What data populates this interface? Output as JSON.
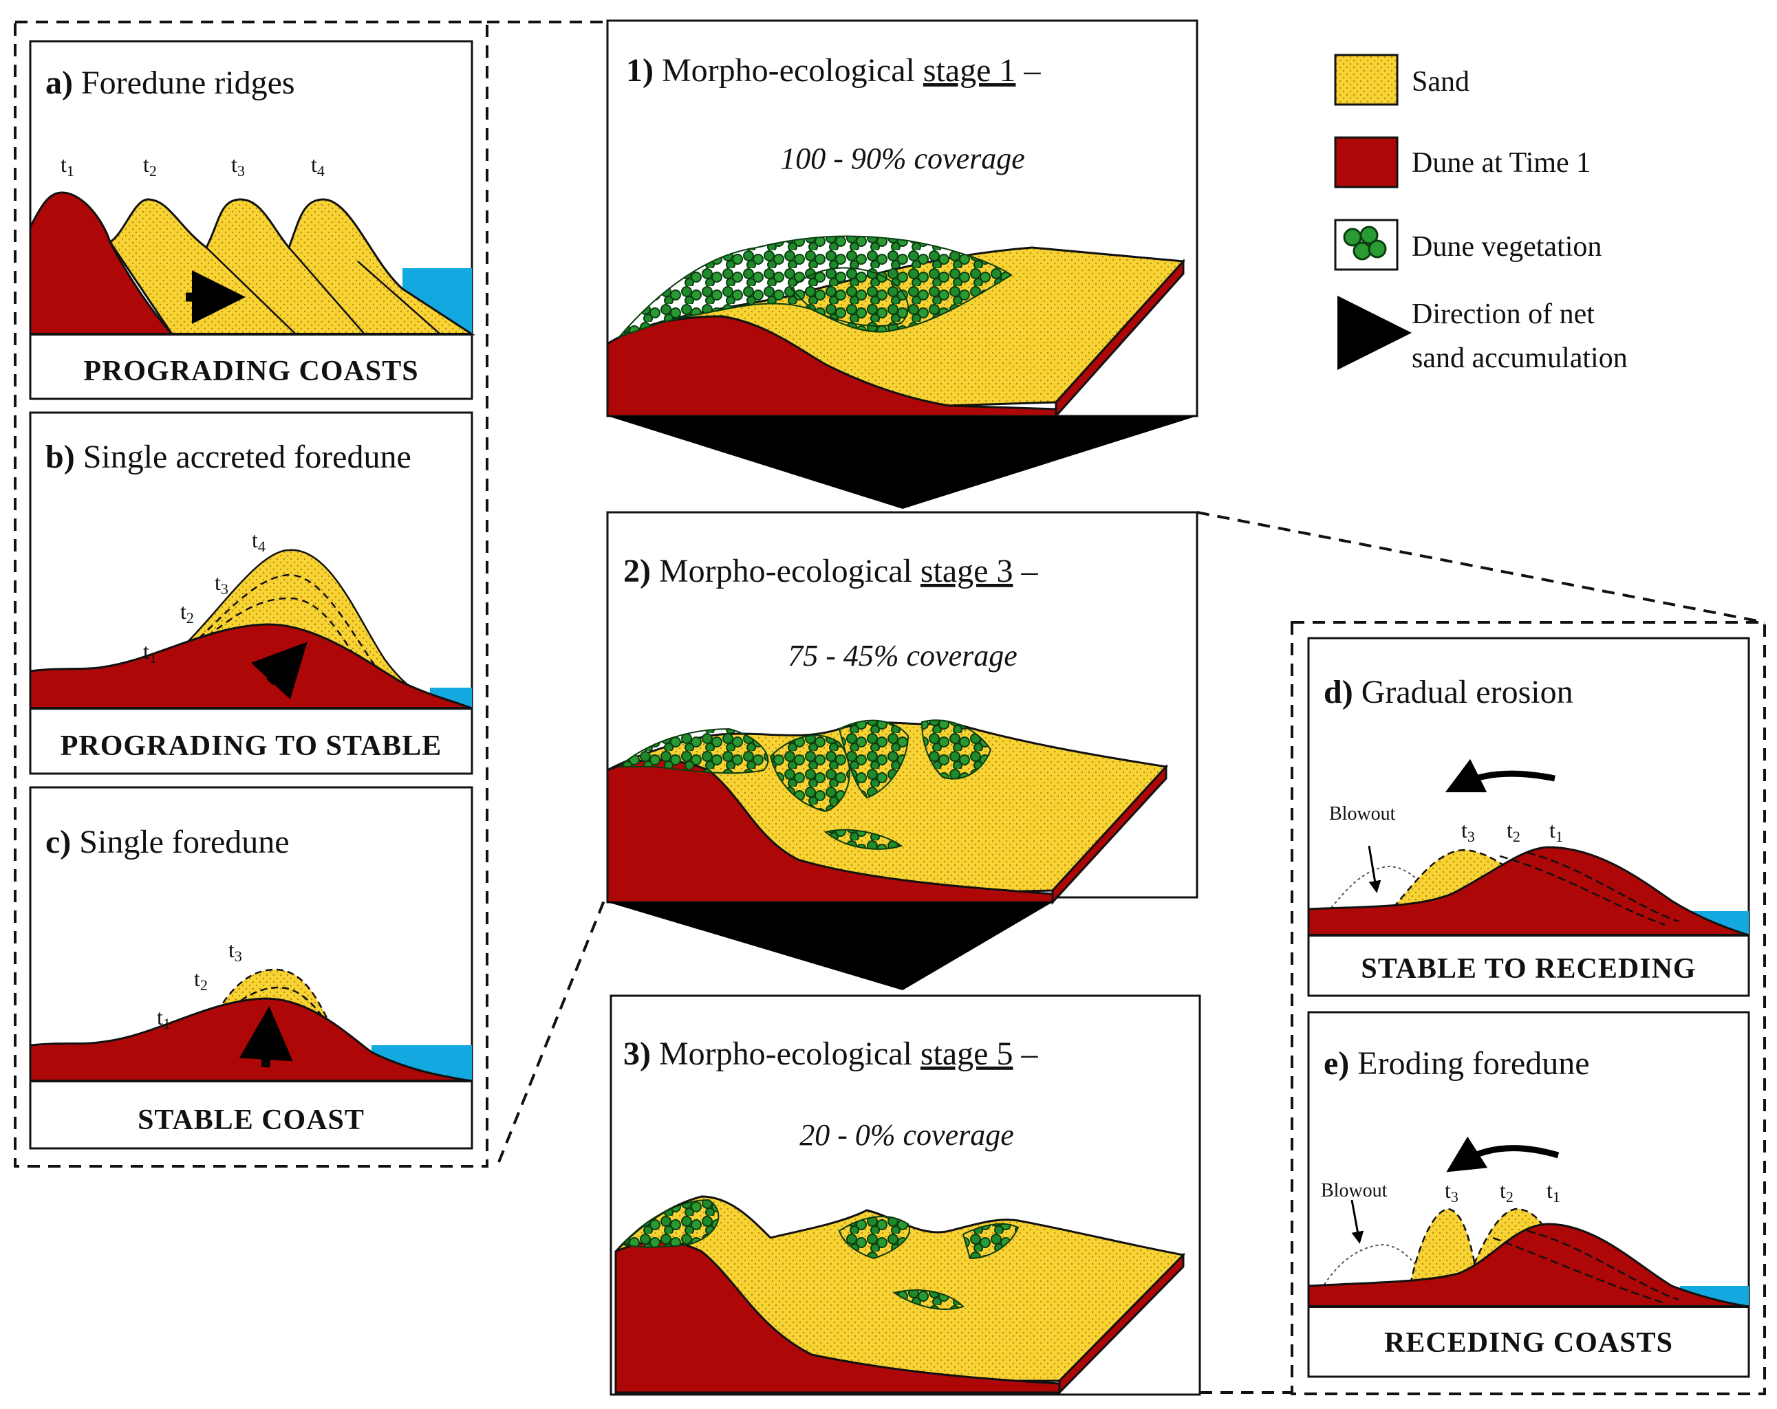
{
  "colors": {
    "dune_red": "#ad0707",
    "sand_yellow": "#f8d334",
    "vegetation_green": "#1f8a2b",
    "water_blue": "#14a8e0",
    "arrow_black": "#000000"
  },
  "legend": {
    "sand": "Sand",
    "dune_time1": "Dune at Time 1",
    "vegetation": "Dune vegetation",
    "direction_line1": "Direction of net",
    "direction_line2": "sand accumulation"
  },
  "left_panels": {
    "a": {
      "letter": "a)",
      "title": "Foredune ridges",
      "caption": "PROGRADING COASTS",
      "times": [
        {
          "t": "t",
          "n": "1"
        },
        {
          "t": "t",
          "n": "2"
        },
        {
          "t": "t",
          "n": "3"
        },
        {
          "t": "t",
          "n": "4"
        }
      ]
    },
    "b": {
      "letter": "b)",
      "title": "Single accreted foredune",
      "caption": "PROGRADING TO STABLE",
      "times": [
        {
          "t": "t",
          "n": "1"
        },
        {
          "t": "t",
          "n": "2"
        },
        {
          "t": "t",
          "n": "3"
        },
        {
          "t": "t",
          "n": "4"
        }
      ]
    },
    "c": {
      "letter": "c)",
      "title": "Single foredune",
      "caption": "STABLE COAST",
      "times": [
        {
          "t": "t",
          "n": "1"
        },
        {
          "t": "t",
          "n": "2"
        },
        {
          "t": "t",
          "n": "3"
        }
      ]
    }
  },
  "stages": [
    {
      "number": "1)",
      "title_prefix": "Morpho-ecological",
      "stage": "stage 1",
      "dash": "–",
      "coverage": "100 - 90% coverage"
    },
    {
      "number": "2)",
      "title_prefix": "Morpho-ecological",
      "stage": "stage 3",
      "dash": "–",
      "coverage": "75 - 45% coverage"
    },
    {
      "number": "3)",
      "title_prefix": "Morpho-ecological",
      "stage": "stage 5",
      "dash": "–",
      "coverage": "20 - 0% coverage"
    }
  ],
  "right_panels": {
    "d": {
      "letter": "d)",
      "title": "Gradual erosion",
      "caption": "STABLE TO RECEDING",
      "blowout": "Blowout",
      "times": [
        {
          "t": "t",
          "n": "3"
        },
        {
          "t": "t",
          "n": "2"
        },
        {
          "t": "t",
          "n": "1"
        }
      ]
    },
    "e": {
      "letter": "e)",
      "title": "Eroding foredune",
      "caption": "RECEDING COASTS",
      "blowout": "Blowout",
      "times": [
        {
          "t": "t",
          "n": "3"
        },
        {
          "t": "t",
          "n": "2"
        },
        {
          "t": "t",
          "n": "1"
        }
      ]
    }
  }
}
